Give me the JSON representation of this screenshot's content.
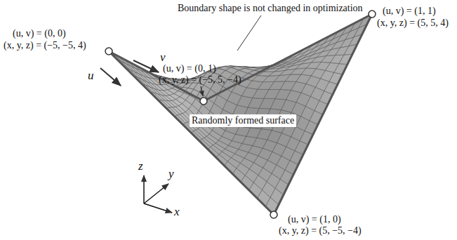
{
  "diagram": {
    "labels": [
      "Boundary shape is not changed in optimization",
      "(u, v) = (0, 0)",
      "(x, y, z) = (−5, −5, 4)",
      "v",
      "u",
      "(u, v) = (0, 1)",
      "(x, y, z) = (−5, 5, −4)",
      "(u, v) = (1, 1)",
      "(x, y, z) = (5, 5, 4)",
      "Randomly formed surface",
      "z",
      "y",
      "x",
      "(u, v) = (1, 0)",
      "(x, y, z) = (5, −5, −4)"
    ]
  }
}
